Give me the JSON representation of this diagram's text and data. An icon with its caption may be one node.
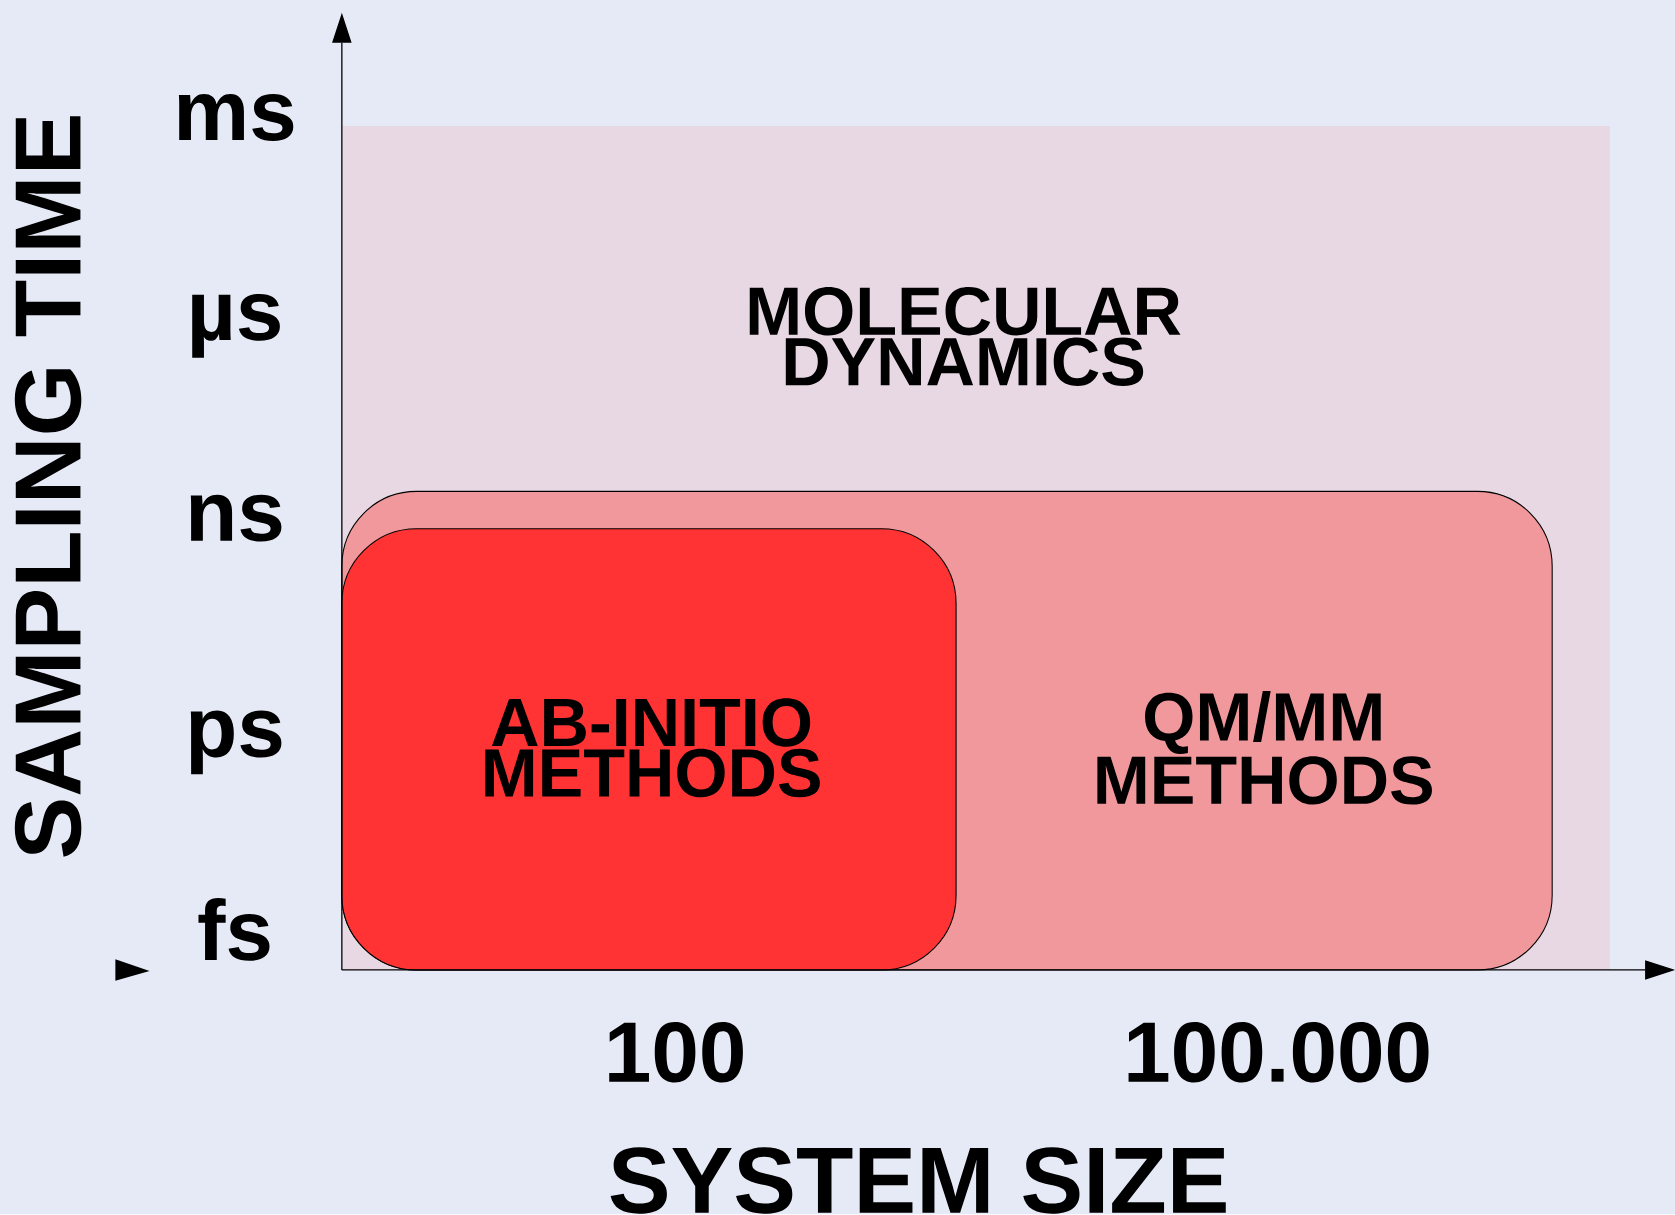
{
  "diagram": {
    "nodes": [
      {
        "text": [
          "MOLECULAR DYNAMICS"
        ]
      },
      {
        "text": [
          "QM/MM METHODS"
        ],
        "in": 0
      },
      {
        "text": [
          "AB-INITIO METHODS"
        ],
        "in": 1
      }
    ],
    "edges": [],
    "labels": [
      "SAMPLING TIME",
      "ms",
      "µs",
      "ns",
      "ps",
      "fs",
      "100",
      "100.000",
      "SYSTEM SIZE"
    ]
  }
}
